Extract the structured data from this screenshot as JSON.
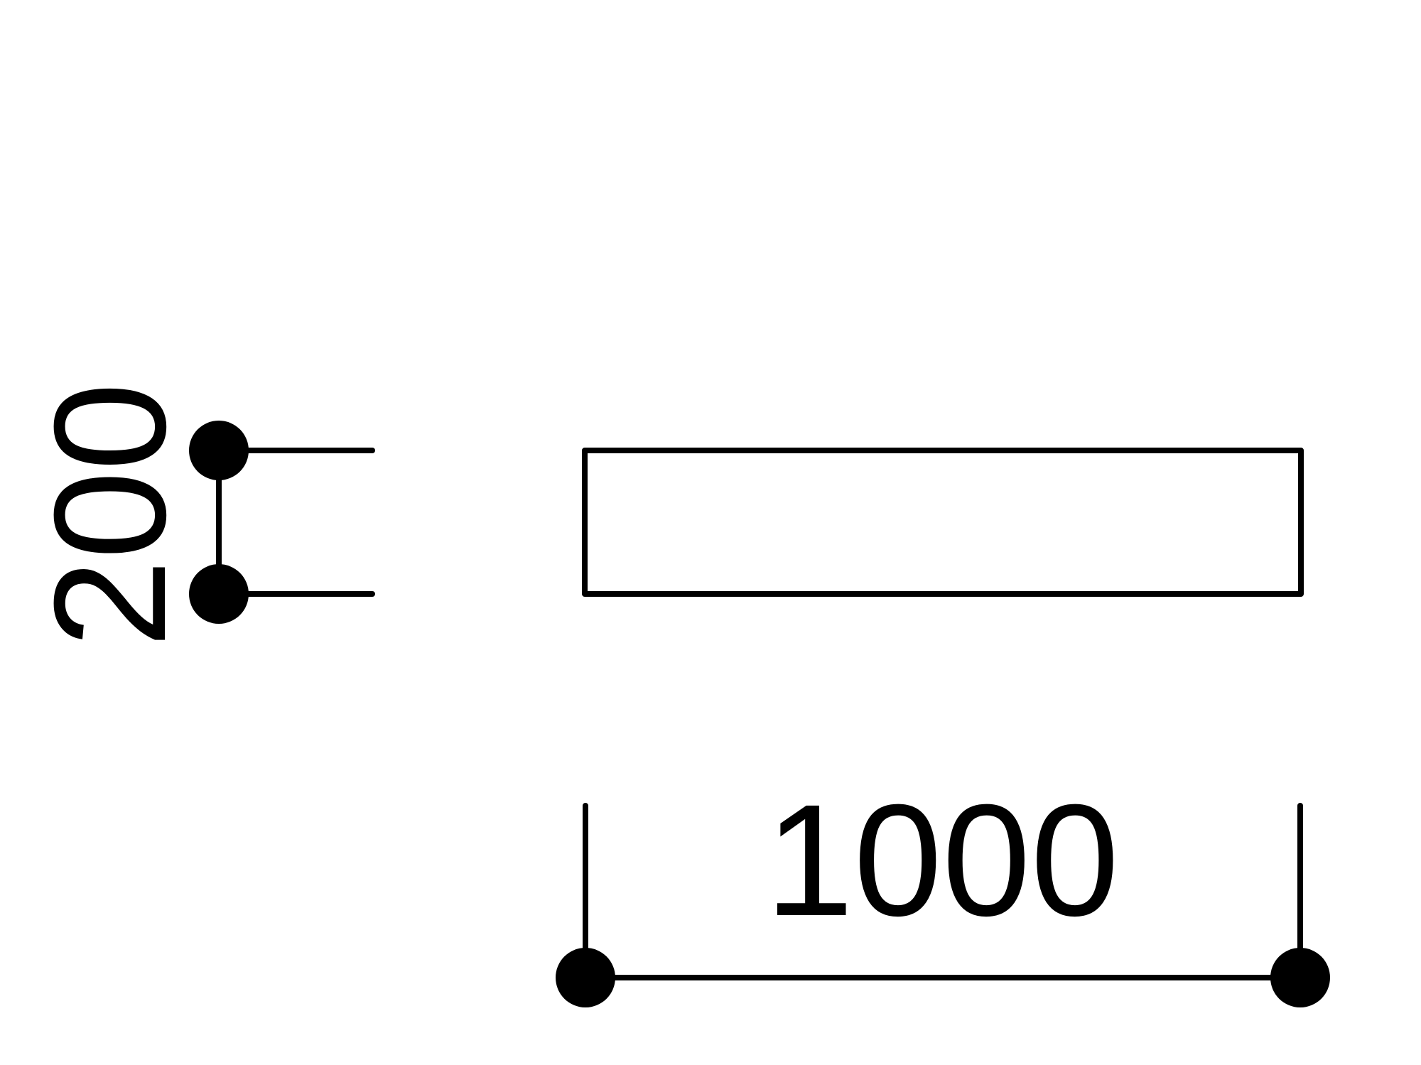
{
  "drawing": {
    "colors": {
      "line": "#000000",
      "background": "#ffffff"
    },
    "part_outline": {
      "shape": "rectangle"
    },
    "dimension_horizontal": {
      "value_text": "1000",
      "terminator": "filled-dot"
    },
    "dimension_vertical": {
      "value_text": "200",
      "terminator": "filled-dot",
      "text_orientation": "rotated-90-ccw"
    }
  }
}
